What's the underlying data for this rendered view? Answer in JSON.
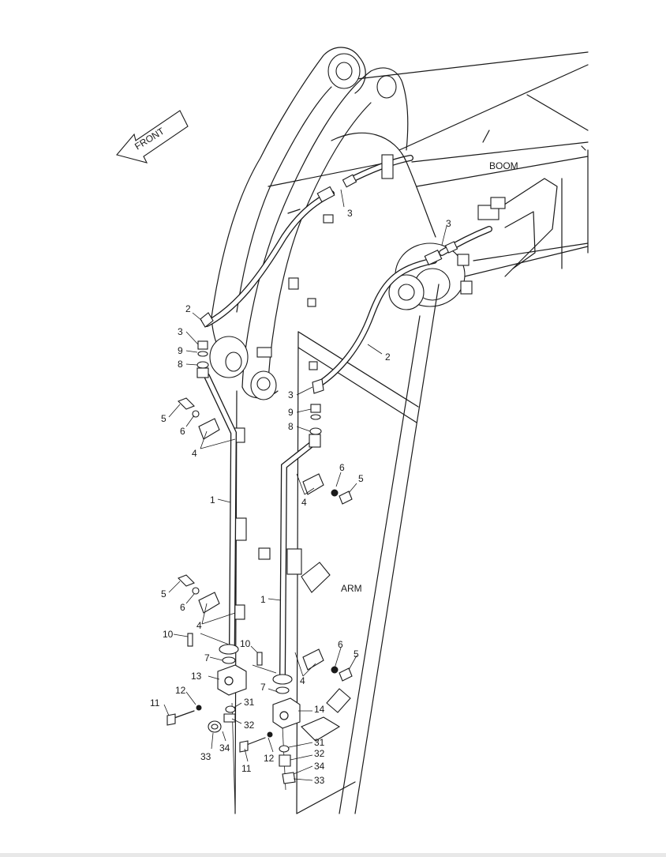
{
  "labels": {
    "front": "FRONT",
    "boom": "BOOM",
    "arm": "ARM"
  },
  "callouts": [
    {
      "id": "c-3-top-a",
      "text": "3"
    },
    {
      "id": "c-3-top-b",
      "text": "3"
    },
    {
      "id": "c-2-left",
      "text": "2"
    },
    {
      "id": "c-3-left",
      "text": "3"
    },
    {
      "id": "c-9-left",
      "text": "9"
    },
    {
      "id": "c-8-left",
      "text": "8"
    },
    {
      "id": "c-2-right",
      "text": "2"
    },
    {
      "id": "c-3-mid",
      "text": "3"
    },
    {
      "id": "c-9-mid",
      "text": "9"
    },
    {
      "id": "c-8-mid",
      "text": "8"
    },
    {
      "id": "c-5-upper-left",
      "text": "5"
    },
    {
      "id": "c-6-upper-left",
      "text": "6"
    },
    {
      "id": "c-4-upper-left",
      "text": "4"
    },
    {
      "id": "c-6-upper-right",
      "text": "6"
    },
    {
      "id": "c-5-upper-right",
      "text": "5"
    },
    {
      "id": "c-4-upper-right",
      "text": "4"
    },
    {
      "id": "c-1-left",
      "text": "1"
    },
    {
      "id": "c-1-right",
      "text": "1"
    },
    {
      "id": "c-5-lower-left",
      "text": "5"
    },
    {
      "id": "c-6-lower-left",
      "text": "6"
    },
    {
      "id": "c-4-lower-left",
      "text": "4"
    },
    {
      "id": "c-10-left",
      "text": "10"
    },
    {
      "id": "c-7-left",
      "text": "7"
    },
    {
      "id": "c-10-mid",
      "text": "10"
    },
    {
      "id": "c-6-lower-right",
      "text": "6"
    },
    {
      "id": "c-5-lower-right",
      "text": "5"
    },
    {
      "id": "c-4-lower-right",
      "text": "4"
    },
    {
      "id": "c-7-mid",
      "text": "7"
    },
    {
      "id": "c-13",
      "text": "13"
    },
    {
      "id": "c-12-left",
      "text": "12"
    },
    {
      "id": "c-11-left",
      "text": "11"
    },
    {
      "id": "c-31-left",
      "text": "31"
    },
    {
      "id": "c-32-left",
      "text": "32"
    },
    {
      "id": "c-34-left",
      "text": "34"
    },
    {
      "id": "c-33-left",
      "text": "33"
    },
    {
      "id": "c-14",
      "text": "14"
    },
    {
      "id": "c-31-right",
      "text": "31"
    },
    {
      "id": "c-32-right",
      "text": "32"
    },
    {
      "id": "c-34-right",
      "text": "34"
    },
    {
      "id": "c-33-right",
      "text": "33"
    },
    {
      "id": "c-12-right",
      "text": "12"
    },
    {
      "id": "c-11-right",
      "text": "11"
    }
  ]
}
